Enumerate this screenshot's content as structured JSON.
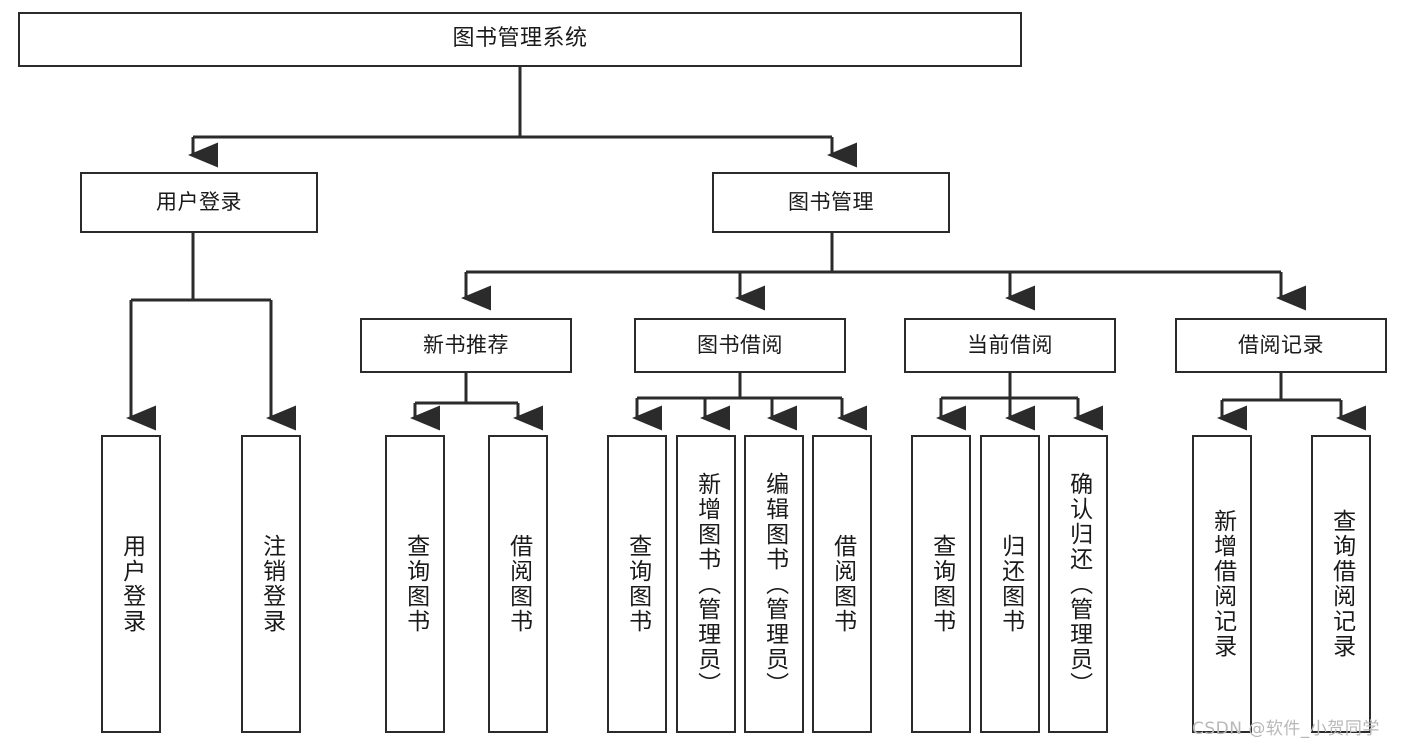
{
  "diagram": {
    "kind": "tree-hierarchy-chart",
    "root": {
      "label": "图书管理系统"
    },
    "level2": [
      {
        "label": "用户登录"
      },
      {
        "label": "图书管理"
      }
    ],
    "level3": [
      {
        "label": "新书推荐"
      },
      {
        "label": "图书借阅"
      },
      {
        "label": "当前借阅"
      },
      {
        "label": "借阅记录"
      }
    ],
    "leaves": {
      "user_login": [
        {
          "label": "用户登录"
        },
        {
          "label": "注销登录"
        }
      ],
      "new_book_recommend": [
        {
          "label": "查询图书"
        },
        {
          "label": "借阅图书"
        }
      ],
      "book_borrow": [
        {
          "label": "查询图书"
        },
        {
          "label": "新增图书（管理员）"
        },
        {
          "label": "编辑图书（管理员）"
        },
        {
          "label": "借阅图书"
        }
      ],
      "current_borrow": [
        {
          "label": "查询图书"
        },
        {
          "label": "归还图书"
        },
        {
          "label": "确认归还（管理员）"
        }
      ],
      "borrow_record": [
        {
          "label": "新增借阅记录"
        },
        {
          "label": "查询借阅记录"
        }
      ]
    }
  },
  "watermark": {
    "text": "CSDN @软件_小贺同学"
  },
  "colors": {
    "background": "#ffffff",
    "box_border": "#2b2b2b",
    "box_fill": "#ffffff",
    "text": "#1a1a1a",
    "connector": "#2b2b2b",
    "watermark": "#b8b8b8"
  }
}
